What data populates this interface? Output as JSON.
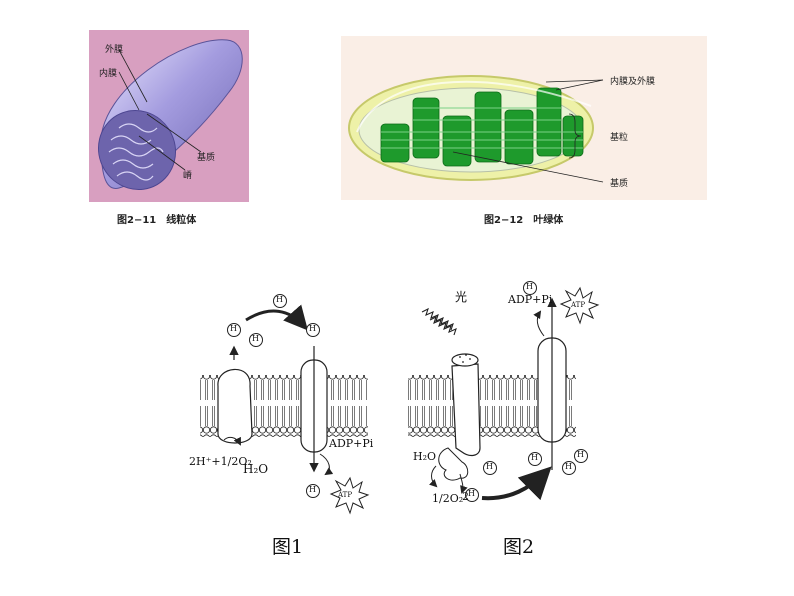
{
  "mito": {
    "labels": {
      "outer": "外膜",
      "inner": "内膜",
      "matrix": "基质",
      "cristae": "嵴"
    },
    "caption_num": "图2−11",
    "caption_text": "线粒体"
  },
  "chloro": {
    "labels": {
      "membranes": "内膜及外膜",
      "grana": "基粒",
      "stroma": "基质"
    },
    "caption_num": "图2−12",
    "caption_text": "叶绿体"
  },
  "fig1": {
    "h_plus": "H",
    "equation": "2H⁺+1/2O₂",
    "water": "H₂O",
    "adp": "ADP+Pi",
    "atp": "ATP",
    "title": "图1"
  },
  "fig2": {
    "light": "光",
    "h_plus": "H",
    "water": "H₂O",
    "oxygen": "1/2O₂",
    "two": "2",
    "adp": "ADP+Pi",
    "atp": "ATP",
    "title": "图2"
  },
  "colors": {
    "mito_bg": "#d89fc0",
    "mito_body": "#8e86cf",
    "chloro_bg": "#faeee6",
    "grana": "#1e9a2c",
    "chloro_shell": "#e8ec9a"
  }
}
